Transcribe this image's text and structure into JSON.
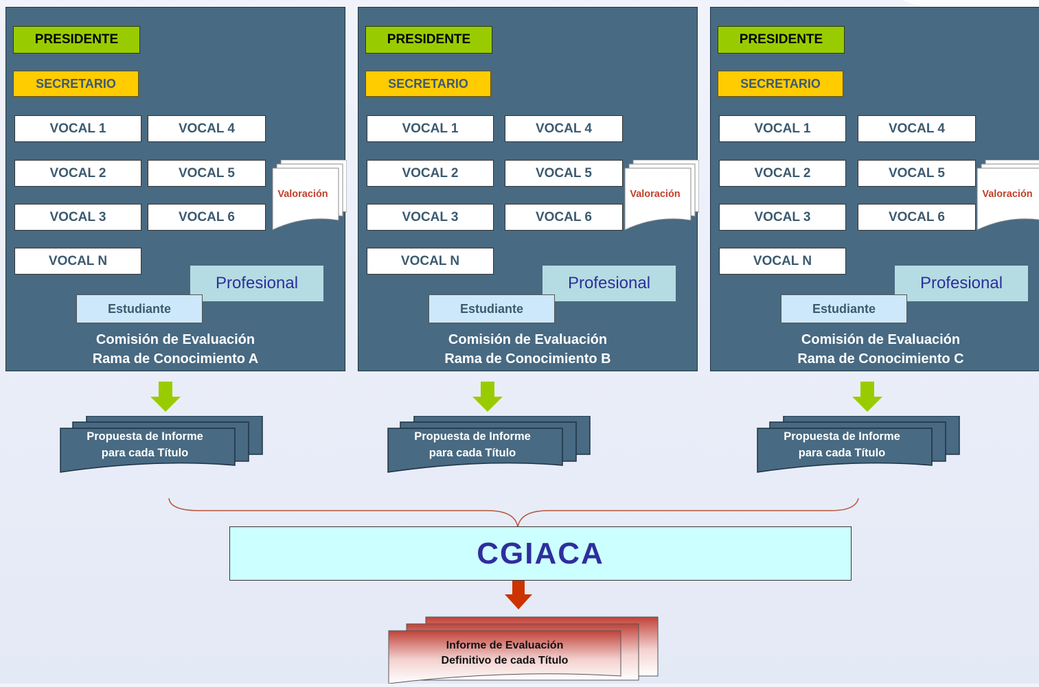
{
  "panels": [
    {
      "president": "PRESIDENTE",
      "secretary": "SECRETARIO",
      "vocals": [
        "VOCAL 1",
        "VOCAL 2",
        "VOCAL 3",
        "VOCAL N",
        "VOCAL 4",
        "VOCAL 5",
        "VOCAL 6"
      ],
      "student": "Estudiante",
      "professional": "Profesional",
      "valoracion": "Valoración",
      "caption_line1": "Comisión de Evaluación",
      "caption_line2": "Rama de Conocimiento A"
    },
    {
      "president": "PRESIDENTE",
      "secretary": "SECRETARIO",
      "vocals": [
        "VOCAL 1",
        "VOCAL 2",
        "VOCAL 3",
        "VOCAL N",
        "VOCAL 4",
        "VOCAL 5",
        "VOCAL 6"
      ],
      "student": "Estudiante",
      "professional": "Profesional",
      "valoracion": "Valoración",
      "caption_line1": "Comisión de Evaluación",
      "caption_line2": "Rama de Conocimiento B"
    },
    {
      "president": "PRESIDENTE",
      "secretary": "SECRETARIO",
      "vocals": [
        "VOCAL 1",
        "VOCAL 2",
        "VOCAL 3",
        "VOCAL N",
        "VOCAL 4",
        "VOCAL 5",
        "VOCAL 6"
      ],
      "student": "Estudiante",
      "professional": "Profesional",
      "valoracion": "Valoración",
      "caption_line1": "Comisión de Evaluación",
      "caption_line2": "Rama de Conocimiento C"
    }
  ],
  "proposals": [
    {
      "line1": "Propuesta de Informe",
      "line2": "para cada Título"
    },
    {
      "line1": "Propuesta de Informe",
      "line2": "para cada Título"
    },
    {
      "line1": "Propuesta de Informe",
      "line2": "para cada Título"
    }
  ],
  "cgiaca": "CGIACA",
  "final_report": {
    "line1": "Informe de Evaluación",
    "line2": "Definitivo de cada Título"
  },
  "colors": {
    "panel": "#486a82",
    "president": "#99cc00",
    "secretary": "#ffcc00",
    "student": "#cce8fa",
    "professional": "#b5dce2",
    "cgiaca": "#ccffff",
    "green_arrow": "#99cc00",
    "red_arrow": "#cc3300",
    "brace": "#b5543a"
  }
}
